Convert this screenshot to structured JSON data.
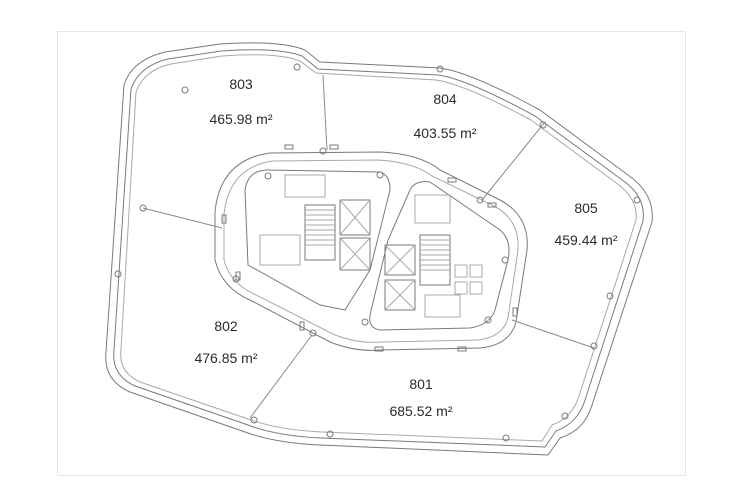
{
  "units": [
    {
      "id": "803",
      "area": "465.98 m²"
    },
    {
      "id": "804",
      "area": "403.55 m²"
    },
    {
      "id": "805",
      "area": "459.44 m²"
    },
    {
      "id": "802",
      "area": "476.85 m²"
    },
    {
      "id": "801",
      "area": "685.52 m²"
    }
  ],
  "colors": {
    "line": "#7a7a7a",
    "light_line": "#a9a9a9",
    "text": "#2b2b2b",
    "frame": "#e6e6e6"
  }
}
